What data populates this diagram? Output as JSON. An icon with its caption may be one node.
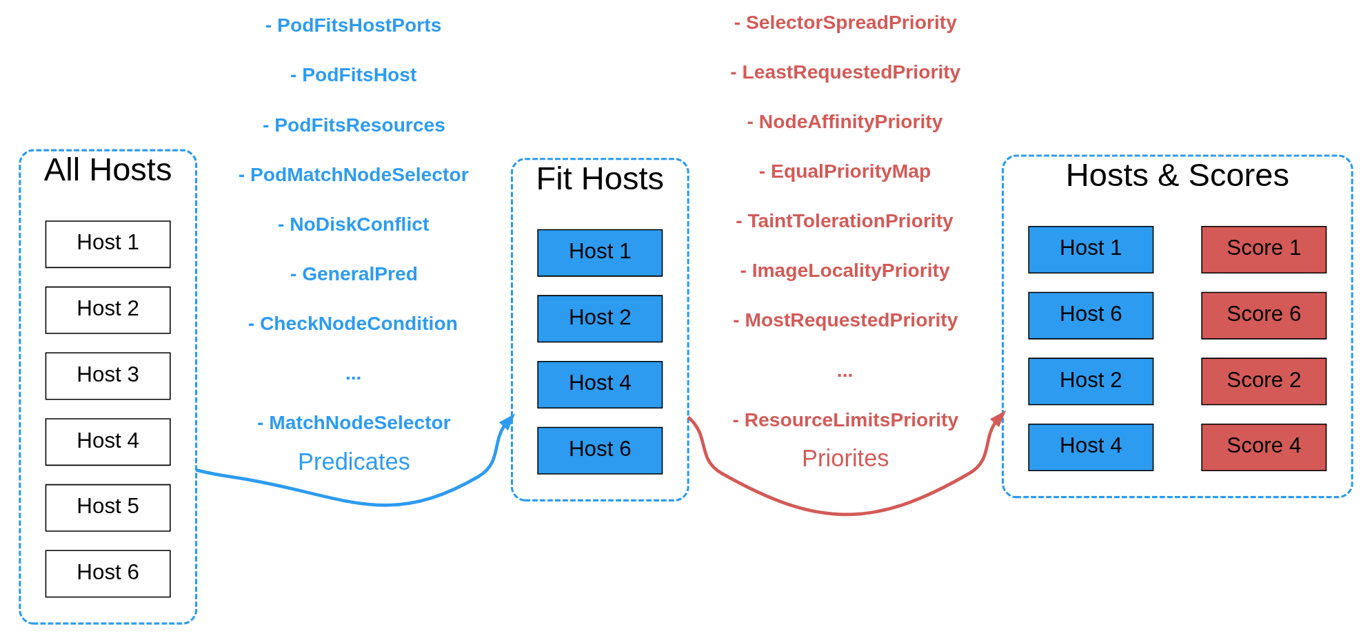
{
  "diagram": {
    "nodes": [
      {
        "text": [
          "All Hosts"
        ]
      },
      {
        "text": [
          "Host 1"
        ],
        "in": 0
      },
      {
        "text": [
          "Host 2"
        ],
        "in": 0
      },
      {
        "text": [
          "Host 3"
        ],
        "in": 0
      },
      {
        "text": [
          "Host 4"
        ],
        "in": 0
      },
      {
        "text": [
          "Host 5"
        ],
        "in": 0
      },
      {
        "text": [
          "Host 6"
        ],
        "in": 0
      },
      {
        "text": [
          "Fit Hosts"
        ]
      },
      {
        "text": [
          "Host 1"
        ],
        "in": 7
      },
      {
        "text": [
          "Host 2"
        ],
        "in": 7
      },
      {
        "text": [
          "Host 4"
        ],
        "in": 7
      },
      {
        "text": [
          "Host 6"
        ],
        "in": 7
      },
      {
        "text": [
          "Hosts & Scores"
        ]
      },
      {
        "text": [
          "Host 1"
        ],
        "in": 12
      },
      {
        "text": [
          "Score 1"
        ],
        "in": 12
      },
      {
        "text": [
          "Host 6"
        ],
        "in": 12
      },
      {
        "text": [
          "Score 6"
        ],
        "in": 12
      },
      {
        "text": [
          "Host 2"
        ],
        "in": 12
      },
      {
        "text": [
          "Score 2"
        ],
        "in": 12
      },
      {
        "text": [
          "Host 4"
        ],
        "in": 12
      },
      {
        "text": [
          "Score 4"
        ],
        "in": 12
      }
    ],
    "edges": [
      {
        "from": 0,
        "to": 7,
        "arrow": "to",
        "label": "Predicates",
        "color": "#2d9bf0"
      },
      {
        "from": 7,
        "to": 12,
        "arrow": "to",
        "label": "Priorites",
        "color": "#d35a57"
      }
    ],
    "labels": [
      "- PodFitsHostPorts",
      "- PodFitsHost",
      "- PodFitsResources",
      "- PodMatchNodeSelector",
      "- NoDiskConflict",
      "- GeneralPred",
      "- CheckNodeCondition",
      "...",
      "- MatchNodeSelector",
      "- SelectorSpreadPriority",
      "- LeastRequestedPriority",
      "- NodeAffinityPriority",
      "- EqualPriorityMap",
      "- TaintTolerationPriority",
      "- ImageLocalityPriority",
      "- MostRequestedPriority",
      "...",
      "- ResourceLimitsPriority"
    ]
  }
}
